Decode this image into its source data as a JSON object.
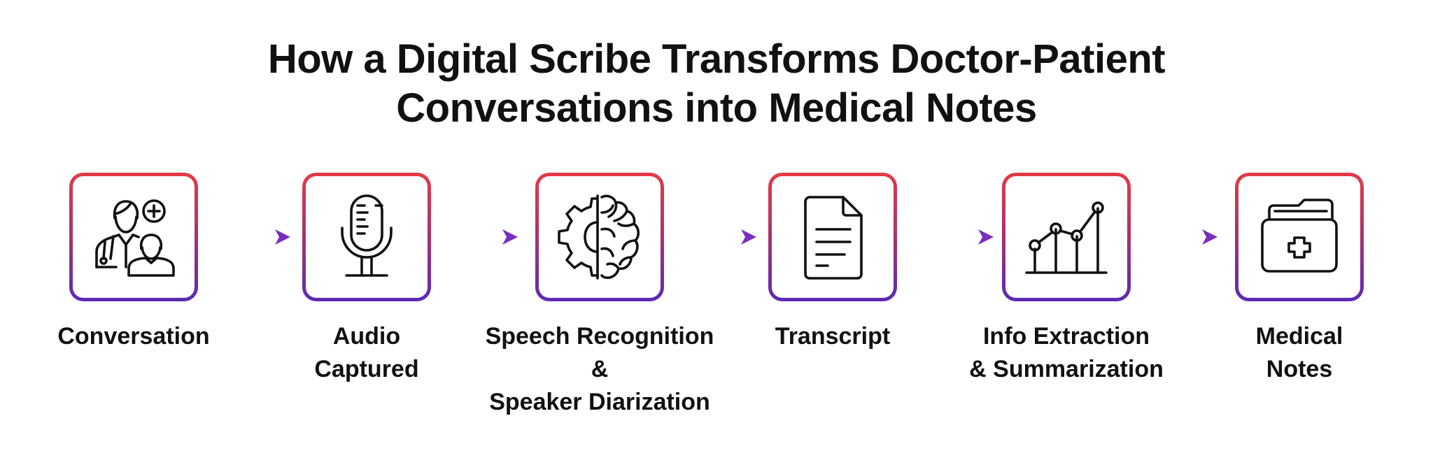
{
  "title": {
    "line1": "How a Digital Scribe Transforms Doctor-Patient",
    "line2": "Conversations into Medical Notes"
  },
  "steps": [
    {
      "icon": "doctor-patient-icon",
      "label_lines": [
        "Conversation"
      ]
    },
    {
      "icon": "microphone-icon",
      "label_lines": [
        "Audio",
        "Captured"
      ]
    },
    {
      "icon": "brain-gear-icon",
      "label_lines": [
        "Speech Recognition",
        "&",
        "Speaker Diarization"
      ]
    },
    {
      "icon": "document-icon",
      "label_lines": [
        "Transcript"
      ]
    },
    {
      "icon": "line-chart-icon",
      "label_lines": [
        "Info Extraction",
        "& Summarization"
      ]
    },
    {
      "icon": "medical-folder-icon",
      "label_lines": [
        "Medical",
        "Notes"
      ]
    }
  ],
  "colors": {
    "border_top": "#e43a45",
    "border_bottom": "#5b2ab7",
    "arrow_start": "#e04a6a",
    "arrow_end": "#7a2ec0",
    "text": "#111111"
  }
}
